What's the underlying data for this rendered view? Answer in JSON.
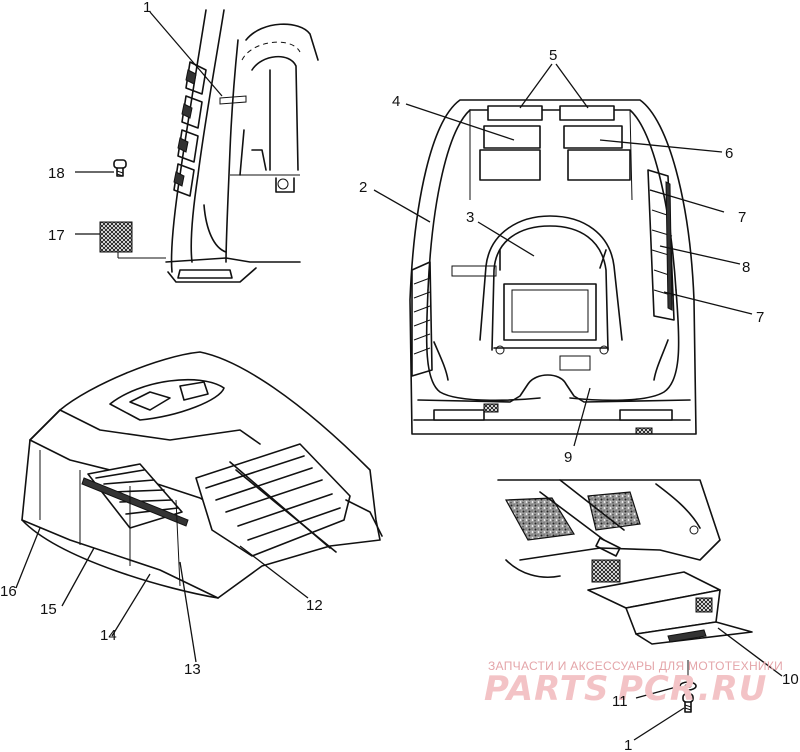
{
  "callouts": {
    "c1_top": "1",
    "c2": "2",
    "c3": "3",
    "c4": "4",
    "c5": "5",
    "c6": "6",
    "c7_upper": "7",
    "c7_lower": "7",
    "c8": "8",
    "c9": "9",
    "c10": "10",
    "c11": "11",
    "c1_bottom": "1",
    "c12": "12",
    "c13": "13",
    "c14": "14",
    "c15": "15",
    "c16": "16",
    "c17": "17",
    "c18": "18"
  },
  "watermark": {
    "tagline": "ЗАПЧАСТИ И АКСЕССУАРЫ ДЛЯ МОТОТЕХНИКИ",
    "brand_a": "PARTS",
    "brand_b": "PCR.RU"
  },
  "colors": {
    "line": "#111111",
    "watermark_light": "#f3c3c6",
    "watermark_text": "#e4a5a9"
  }
}
